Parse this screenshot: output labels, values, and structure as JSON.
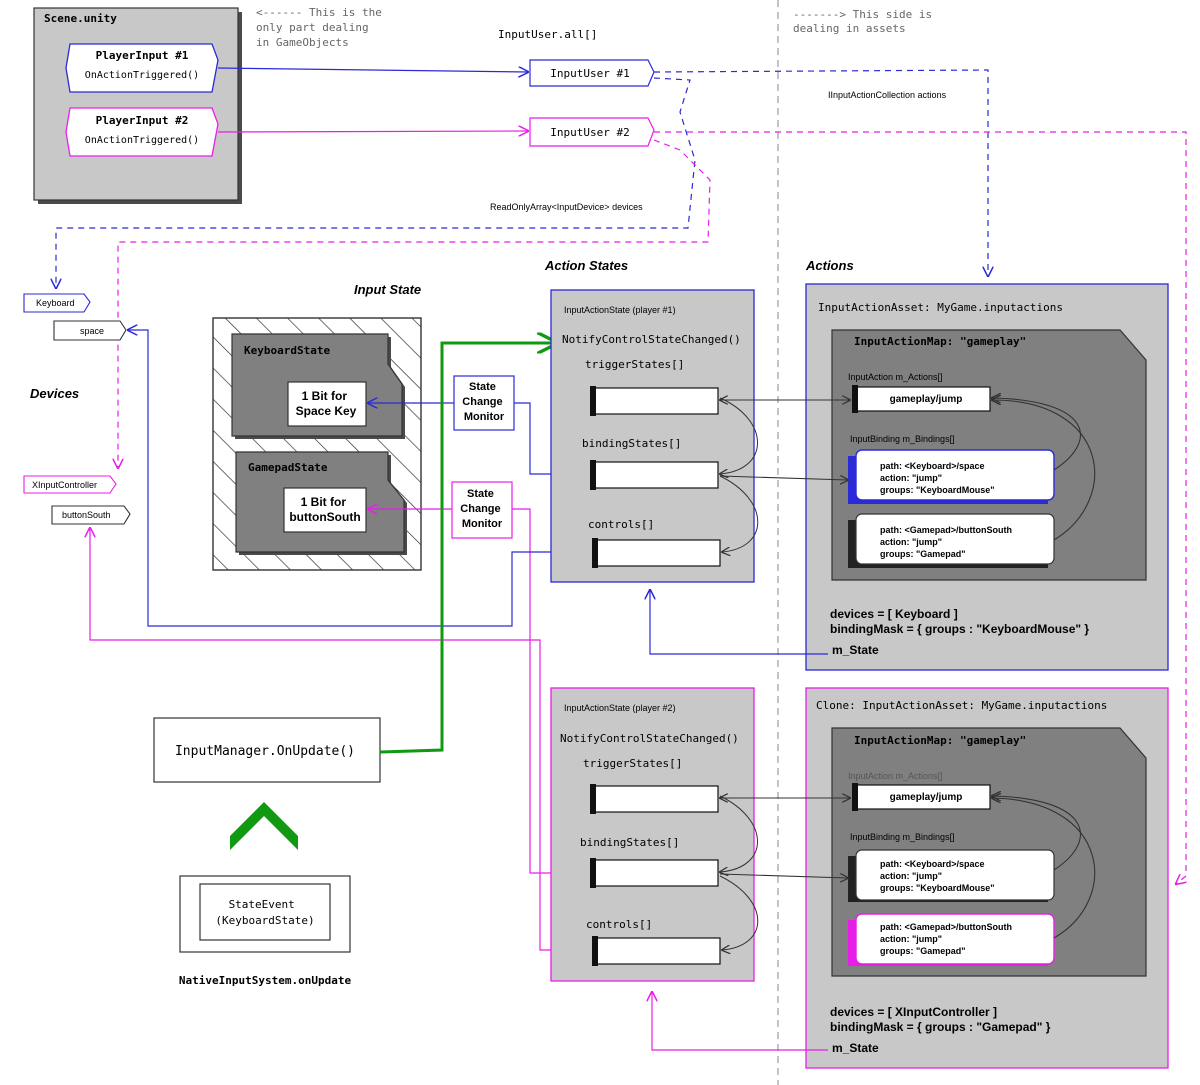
{
  "scene": {
    "title": "Scene.unity",
    "note": [
      "<------ This is the",
      "only part dealing",
      "in GameObjects"
    ],
    "player1": {
      "name": "PlayerInput #1",
      "method": "OnActionTriggered()"
    },
    "player2": {
      "name": "PlayerInput #2",
      "method": "OnActionTriggered()"
    }
  },
  "users": {
    "header": "InputUser.all[]",
    "user1": "InputUser #1",
    "user2": "InputUser #2",
    "actions_label": "IInputActionCollection actions",
    "devices_label": "ReadOnlyArray<InputDevice> devices"
  },
  "assets_note": [
    "-------> This side is",
    "dealing in assets"
  ],
  "devices": {
    "heading": "Devices",
    "keyboard": "Keyboard",
    "space": "space",
    "xinput": "XInputController",
    "buttonSouth": "buttonSouth"
  },
  "input_state": {
    "heading": "Input State",
    "keyboard_state": "KeyboardState",
    "keyboard_bit": [
      "1 Bit for",
      "Space Key"
    ],
    "gamepad_state": "GamepadState",
    "gamepad_bit": [
      "1 Bit for",
      "buttonSouth"
    ],
    "monitor1": [
      "State",
      "Change",
      "Monitor"
    ],
    "monitor2": [
      "State",
      "Change",
      "Monitor"
    ]
  },
  "action_states": {
    "heading": "Action States",
    "state1": {
      "title": "InputActionState (player #1)",
      "notify": "NotifyControlStateChanged()",
      "trigger": "triggerStates[]",
      "binding": "bindingStates[]",
      "controls": "controls[]"
    },
    "state2": {
      "title": "InputActionState (player #2)",
      "notify": "NotifyControlStateChanged()",
      "trigger": "triggerStates[]",
      "binding": "bindingStates[]",
      "controls": "controls[]"
    }
  },
  "actions": {
    "heading": "Actions",
    "asset1": {
      "title": "InputActionAsset: MyGame.inputactions",
      "map_title": "InputActionMap: \"gameplay\"",
      "actions_label": "InputAction m_Actions[]",
      "action": "gameplay/jump",
      "bindings_label": "InputBinding m_Bindings[]",
      "binding1": [
        "path: <Keyboard>/space",
        "action: \"jump\"",
        "groups: \"KeyboardMouse\""
      ],
      "binding2": [
        "path: <Gamepad>/buttonSouth",
        "action: \"jump\"",
        "groups: \"Gamepad\""
      ],
      "devices": "devices = [ Keyboard ]",
      "mask": "bindingMask = { groups : \"KeyboardMouse\" }",
      "mstate": "m_State"
    },
    "asset2": {
      "title": "Clone: InputActionAsset: MyGame.inputactions",
      "map_title": "InputActionMap: \"gameplay\"",
      "actions_label": "InputAction m_Actions[]",
      "action": "gameplay/jump",
      "bindings_label": "InputBinding m_Bindings[]",
      "binding1": [
        "path: <Keyboard>/space",
        "action: \"jump\"",
        "groups: \"KeyboardMouse\""
      ],
      "binding2": [
        "path: <Gamepad>/buttonSouth",
        "action: \"jump\"",
        "groups: \"Gamepad\""
      ],
      "devices": "devices = [ XInputController ]",
      "mask": "bindingMask = { groups : \"Gamepad\" }",
      "mstate": "m_State"
    }
  },
  "update": {
    "manager": "InputManager.OnUpdate()",
    "event": [
      "StateEvent",
      "(KeyboardState)"
    ],
    "native": "NativeInputSystem.onUpdate"
  },
  "colors": {
    "blue": "#2a2ad8",
    "magenta": "#e81ee8",
    "green": "#119911",
    "gray": "#c8c8c8",
    "dark": "#808080"
  }
}
